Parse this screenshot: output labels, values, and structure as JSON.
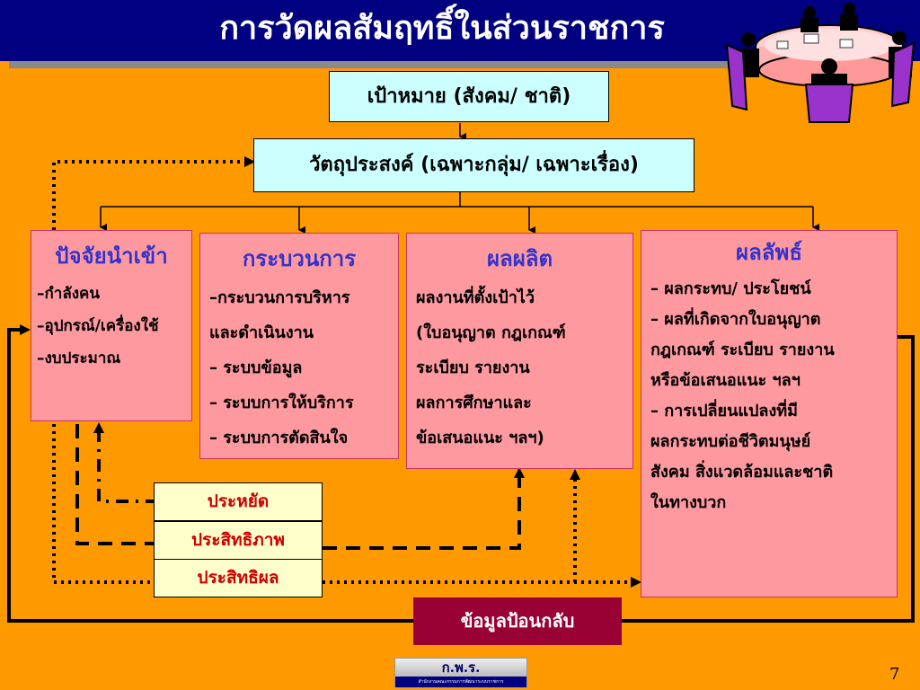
{
  "title": "การวัดผลสัมฤทธิ์ในส่วนราชการ",
  "goal": "เป้าหมาย (สังคม/ ชาติ)",
  "objective": "วัตถุประสงค์ (เฉพาะกลุ่ม/ เฉพาะเรื่อง)",
  "input": {
    "heading": "ปัจจัยนำเข้า",
    "lines": [
      "–กำลังคน",
      "–อุปกรณ์/เครื่องใช้",
      "–งบประมาณ"
    ]
  },
  "process": {
    "heading": "กระบวนการ",
    "lines": [
      "–กระบวนการบริหาร",
      "และดำเนินงาน",
      "– ระบบข้อมูล",
      "– ระบบการให้บริการ",
      "– ระบบการตัดสินใจ"
    ]
  },
  "output": {
    "heading": "ผลผลิต",
    "lines": [
      "ผลงานที่ตั้งเป้าไว้",
      "(ใบอนุญาต กฎเกณฑ์",
      "ระเบียบ รายงาน",
      "ผลการศึกษาและ",
      "ข้อเสนอแนะ ฯลฯ)"
    ]
  },
  "outcome": {
    "heading": "ผลลัพธ์",
    "lines": [
      "– ผลกระทบ/ ประโยชน์",
      "– ผลที่เกิดจากใบอนุญาต",
      "กฎเกณฑ์ ระเบียบ รายงาน",
      "หรือข้อเสนอแนะ ฯลฯ",
      "– การเปลี่ยนแปลงที่มี",
      "ผลกระทบต่อชีวิตมนุษย์",
      "สังคม สิ่งแวดล้อมและชาติ",
      "ในทางบวก"
    ]
  },
  "measures": {
    "economy": "ประหยัด",
    "efficiency": "ประสิทธิภาพ",
    "effectiveness": "ประสิทธิผล"
  },
  "feedback": "ข้อมูลป้อนกลับ",
  "logo_text": "ก.พ.ร.",
  "logo_subtext": "สำนักงานคณะกรรมการพัฒนาระบบราชการ",
  "page_number": "7",
  "colors": {
    "background": "#FF9900",
    "title_bar": "#000080",
    "cyan_box": "#CCFFFF",
    "pink_box": "#FF99A0",
    "heading_blue": "#3333CC",
    "measure_text": "#CC0000",
    "feedback_box": "#990033"
  },
  "icons": [
    "meeting-table-illustration"
  ]
}
